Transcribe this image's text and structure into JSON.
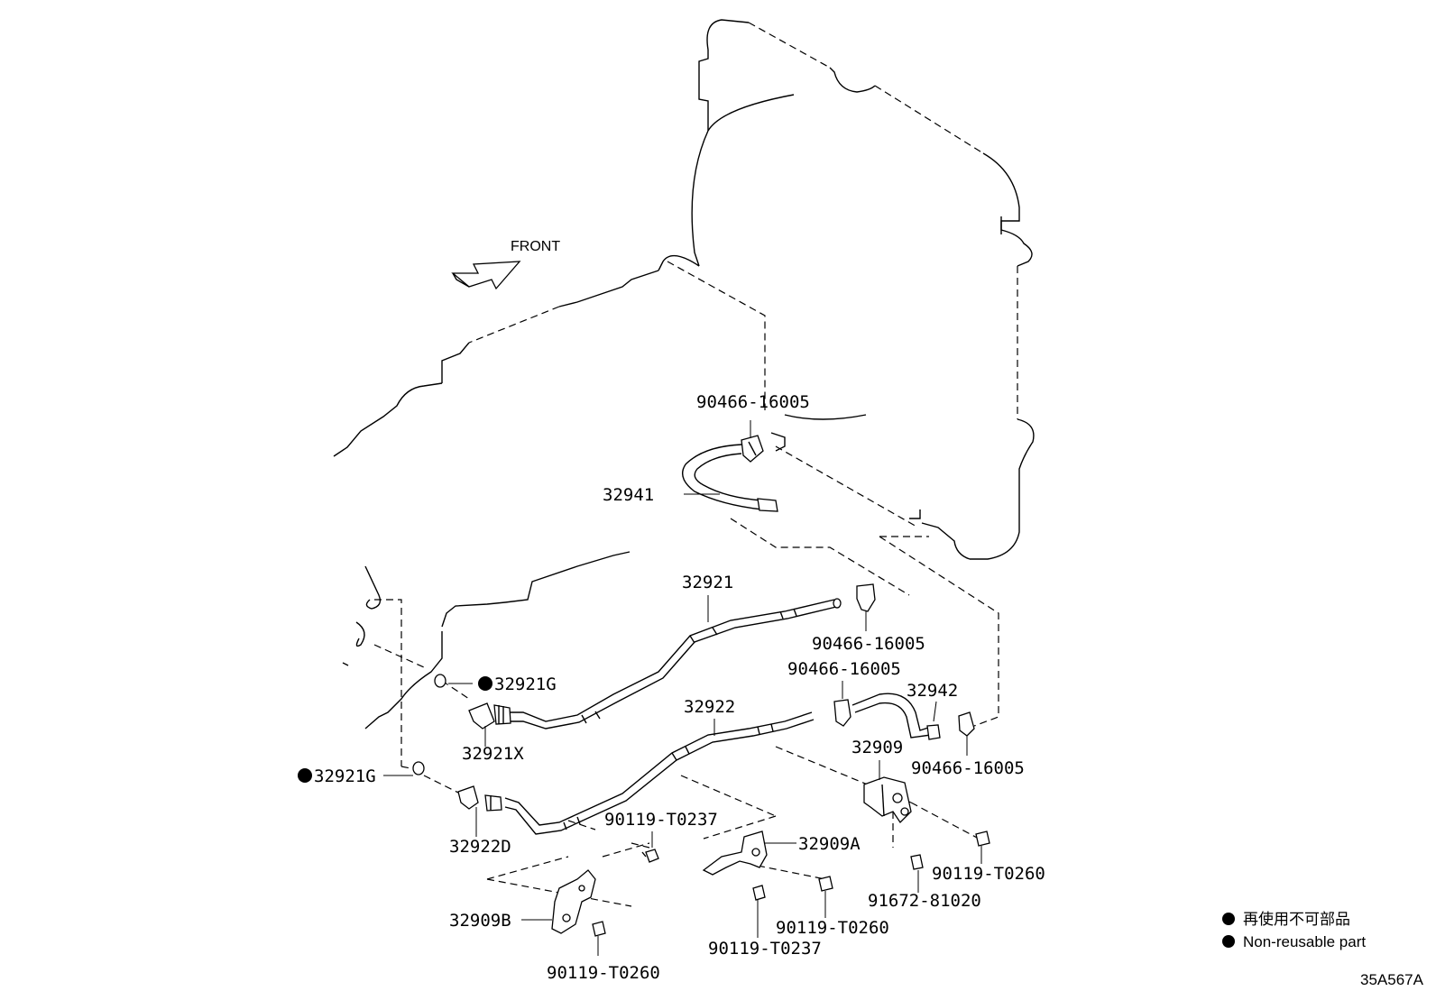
{
  "direction_label": "FRONT",
  "callouts": {
    "hose_32941": "32941",
    "clip_top": "90466-16005",
    "pipe_32921": "32921",
    "clip_mid": "90466-16005",
    "clip_left": "90466-16005",
    "hose_32942": "32942",
    "clip_right": "90466-16005",
    "gasket_upper": "32921G",
    "union_32921x": "32921X",
    "pipe_32922": "32922",
    "bracket_32909": "32909",
    "gasket_lower": "32921G",
    "union_32922d": "32922D",
    "bolt_t0237_a": "90119-T0237",
    "bracket_32909a": "32909A",
    "bolt_t0260_a": "90119-T0260",
    "bolt_81020": "91672-81020",
    "bracket_32909b": "32909B",
    "bolt_t0260_b": "90119-T0260",
    "bolt_t0237_b": "90119-T0237",
    "bolt_t0260_c": "90119-T0260"
  },
  "legend": {
    "japanese": "再使用不可部品",
    "english": "Non-reusable part"
  },
  "diagram_code": "35A567A"
}
